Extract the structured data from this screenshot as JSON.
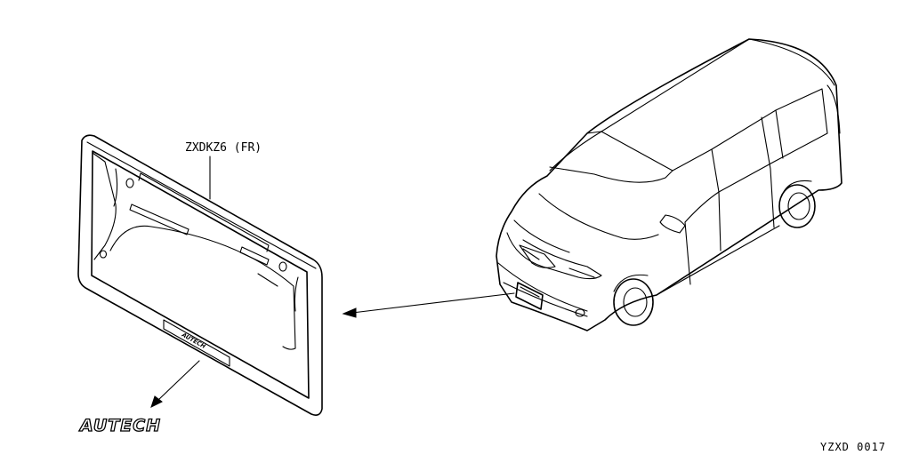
{
  "diagram": {
    "part_label": "ZXDKZ6 (FR)",
    "brand_logo": "AUTECH",
    "emblem_text": "AUTECH",
    "figure_code": "YZXD 0017"
  }
}
